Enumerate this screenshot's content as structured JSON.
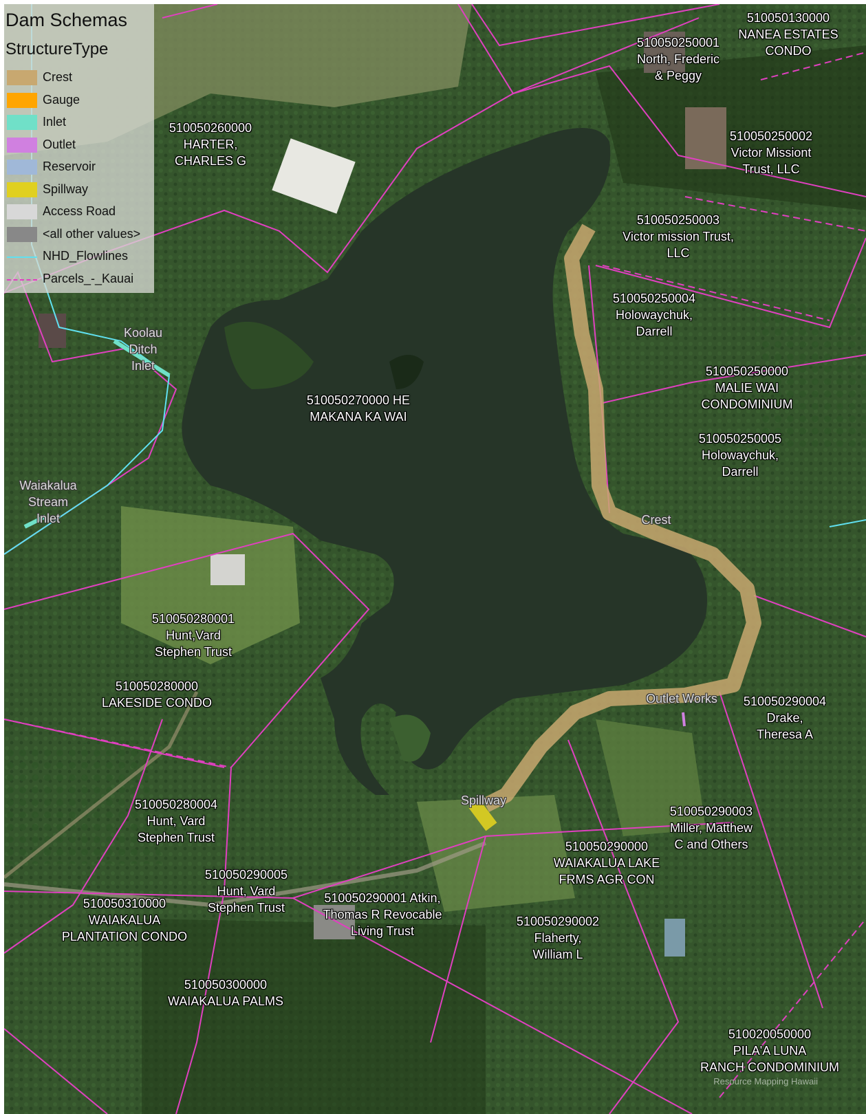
{
  "legend": {
    "title": "Dam Schemas",
    "subtitle": "StructureType",
    "items": [
      {
        "label": "Crest",
        "color": "#c8a870",
        "kind": "fill"
      },
      {
        "label": "Gauge",
        "color": "#ffa500",
        "kind": "fill"
      },
      {
        "label": "Inlet",
        "color": "#70e0c8",
        "kind": "fill"
      },
      {
        "label": "Outlet",
        "color": "#d080e0",
        "kind": "fill"
      },
      {
        "label": "Reservoir",
        "color": "#a0b8d8",
        "kind": "fill"
      },
      {
        "label": "Spillway",
        "color": "#e0d020",
        "kind": "fill"
      },
      {
        "label": "Access Road",
        "color": "#d8d8d8",
        "kind": "fill"
      },
      {
        "label": "<all other values>",
        "color": "#888888",
        "kind": "fill"
      },
      {
        "label": "NHD_Flowlines",
        "color": "#60e0f0",
        "kind": "line"
      },
      {
        "label": "Parcels_-_Kauai",
        "color": "#e040c0",
        "kind": "dash"
      }
    ]
  },
  "parcel_labels": [
    {
      "lines": [
        "510050130000",
        "NANEA ESTATES",
        "CONDO"
      ]
    },
    {
      "lines": [
        "510050250001",
        "North, Frederic",
        "& Peggy"
      ]
    },
    {
      "lines": [
        "510050260000",
        "HARTER,",
        "CHARLES G"
      ]
    },
    {
      "lines": [
        "510050250002",
        "Victor Missiont",
        "Trust, LLC"
      ]
    },
    {
      "lines": [
        "510050250003",
        "Victor mission Trust,",
        "LLC"
      ]
    },
    {
      "lines": [
        "510050250004",
        "Holowaychuk,",
        "Darrell"
      ]
    },
    {
      "lines": [
        "510050250000",
        "MALIE WAI",
        "CONDOMINIUM"
      ]
    },
    {
      "lines": [
        "510050250005",
        "Holowaychuk,",
        "Darrell"
      ]
    },
    {
      "lines": [
        "510050270000 HE",
        "MAKANA KA WAI"
      ]
    },
    {
      "lines": [
        "510050280001",
        "Hunt,Vard",
        "Stephen Trust"
      ]
    },
    {
      "lines": [
        "510050280000",
        "LAKESIDE CONDO"
      ]
    },
    {
      "lines": [
        "510050290004",
        "Drake,",
        "Theresa A"
      ]
    },
    {
      "lines": [
        "510050280004",
        "Hunt, Vard",
        "Stephen Trust"
      ]
    },
    {
      "lines": [
        "510050290003",
        "Miller, Matthew",
        "C and Others"
      ]
    },
    {
      "lines": [
        "510050290000",
        "WAIAKALUA LAKE",
        "FRMS AGR CON"
      ]
    },
    {
      "lines": [
        "510050290005",
        "Hunt, Vard",
        "Stephen Trust"
      ]
    },
    {
      "lines": [
        "510050290001 Atkin,",
        "Thomas R Revocable",
        "Living Trust"
      ]
    },
    {
      "lines": [
        "510050310000",
        "WAIAKALUA",
        "PLANTATION CONDO"
      ]
    },
    {
      "lines": [
        "510050290002",
        "Flaherty,",
        "William L"
      ]
    },
    {
      "lines": [
        "510050300000",
        "WAIAKALUA PALMS"
      ]
    },
    {
      "lines": [
        "510020050000",
        "PILA'A LUNA",
        "RANCH CONDOMINIUM"
      ]
    }
  ],
  "structure_labels": [
    {
      "lines": [
        "Koolau",
        "Ditch",
        "Inlet"
      ]
    },
    {
      "lines": [
        "Waiakalua",
        "Stream",
        "Inlet"
      ]
    },
    {
      "lines": [
        "Crest"
      ]
    },
    {
      "lines": [
        "Outlet Works"
      ]
    },
    {
      "lines": [
        "Spillway"
      ]
    }
  ],
  "credit": "Resource Mapping Hawaii"
}
